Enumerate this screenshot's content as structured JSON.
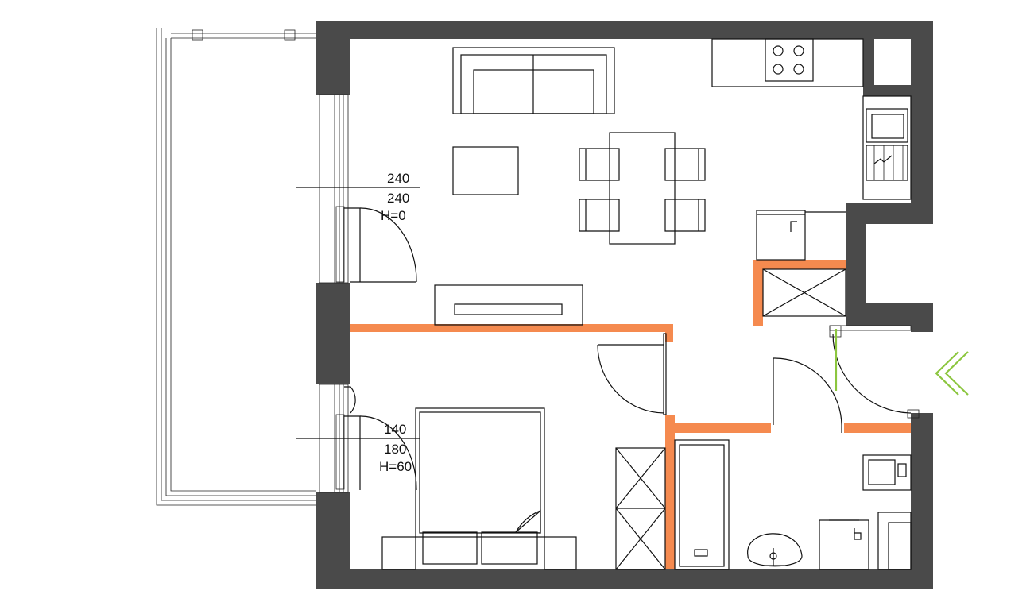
{
  "colors": {
    "wall": "#4a4a4a",
    "partition": "#f58a4f",
    "entrance_arrow": "#8cc63f",
    "line": "#111111"
  },
  "window_living": {
    "width": "240",
    "height": "240",
    "sill": "H=0"
  },
  "window_bedroom": {
    "width": "140",
    "height": "180",
    "sill": "H=60"
  },
  "icons": {
    "entrance": "double-chevron-left-icon"
  }
}
